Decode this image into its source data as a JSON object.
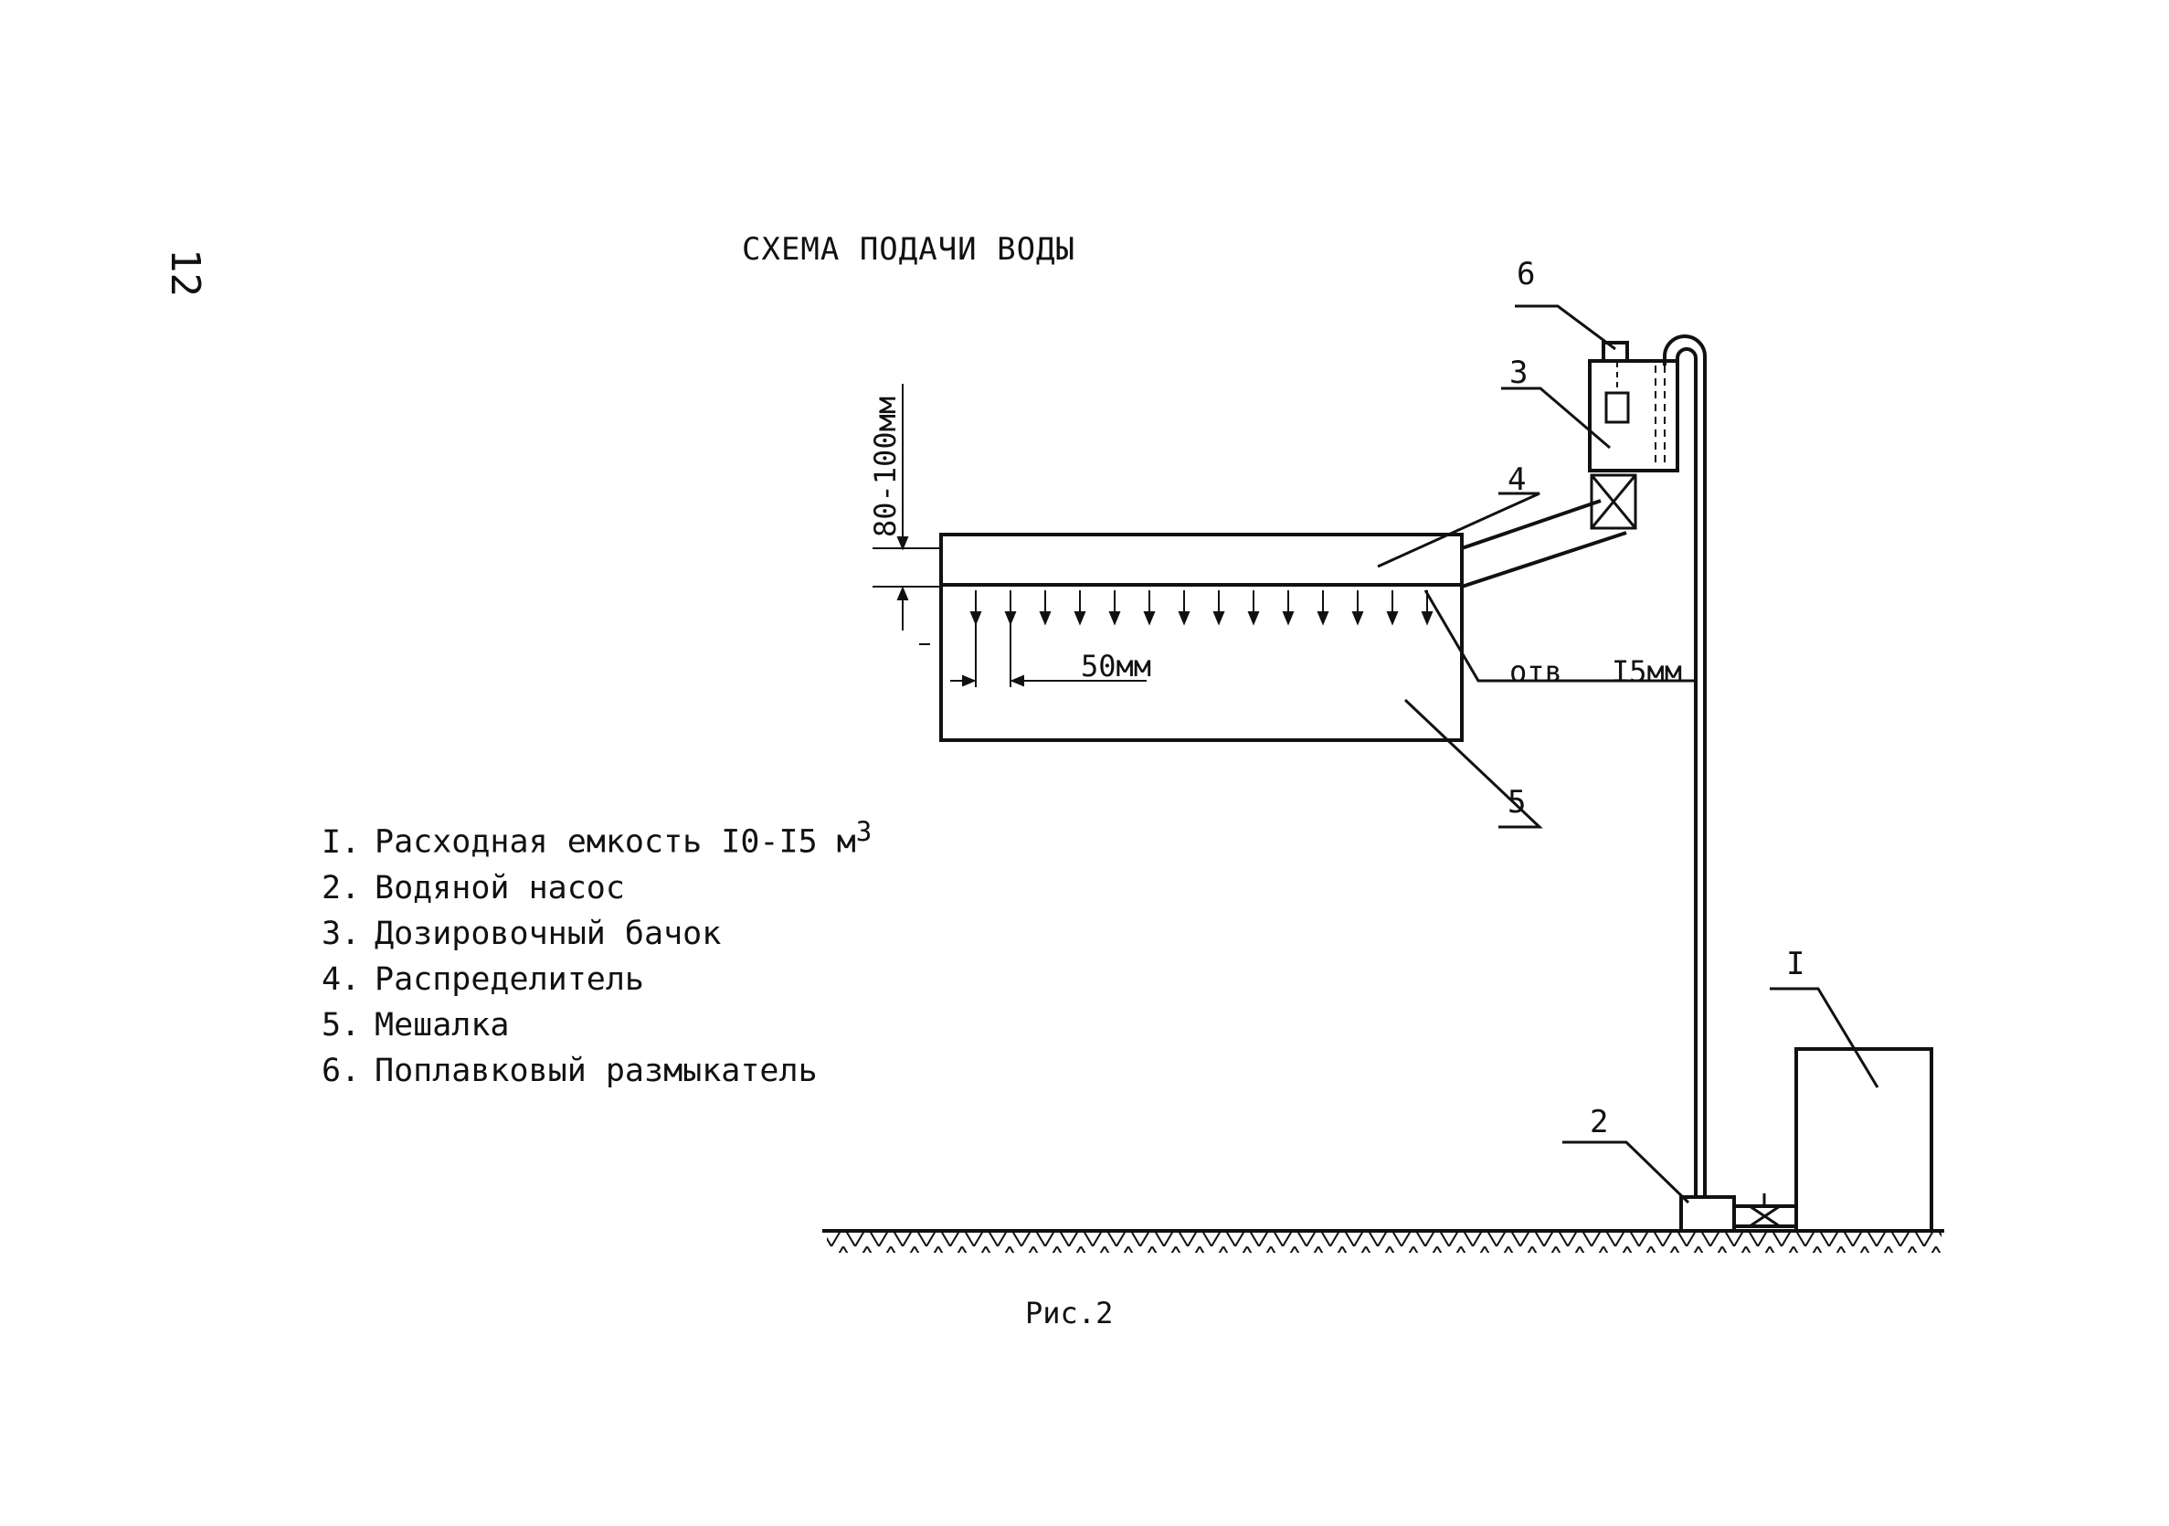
{
  "page_number": "12",
  "title": "СХЕМА ПОДАЧИ ВОДЫ",
  "figure_caption": "Рис.2",
  "legend": [
    {
      "num": "I.",
      "text": "Расходная емкость I0-I5 м",
      "sup": "3"
    },
    {
      "num": "2.",
      "text": "Водяной насос"
    },
    {
      "num": "3.",
      "text": "Дозировочный бачок"
    },
    {
      "num": "4.",
      "text": "Распределитель"
    },
    {
      "num": "5.",
      "text": "Мешалка"
    },
    {
      "num": "6.",
      "text": "Поплавковый размыкатель"
    }
  ],
  "callouts": {
    "c1": "I",
    "c2": "2",
    "c3": "3",
    "c4": "4",
    "c5": "5",
    "c6": "6"
  },
  "dimensions": {
    "height": "80-100мм",
    "spacing": "50мм",
    "hole": "отв",
    "hole_size": "I5мм"
  },
  "colors": {
    "ink": "#111111",
    "paper": "#ffffff"
  }
}
